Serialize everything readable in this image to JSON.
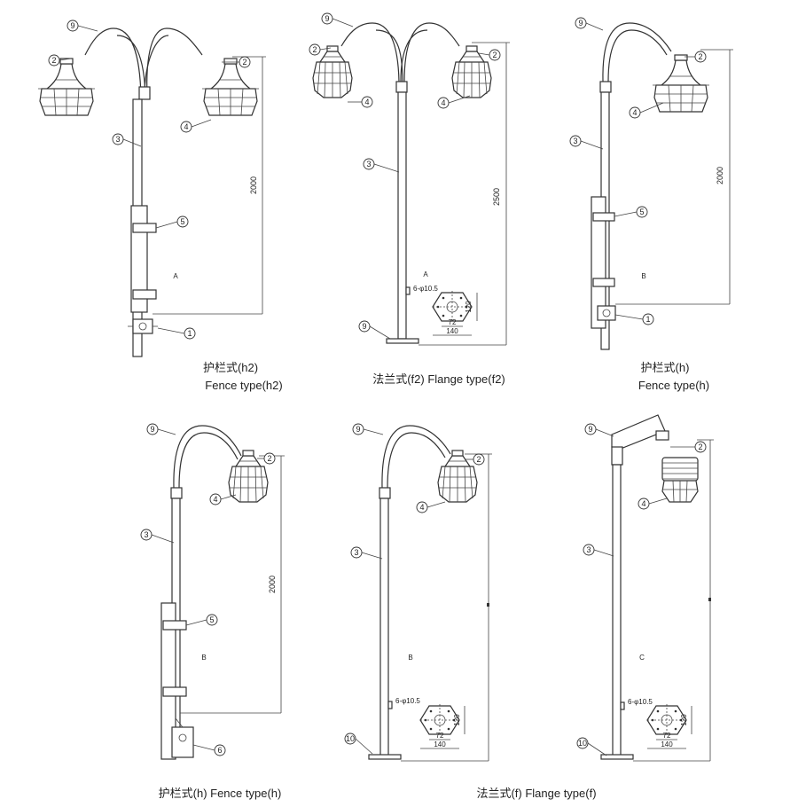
{
  "panels": [
    {
      "id": "h2-fence",
      "caption_cn": "护栏式(h2)",
      "caption_en": "Fence type(h2)",
      "height_dim": "2000",
      "letter": "A",
      "callouts": [
        "9",
        "2",
        "2",
        "3",
        "4",
        "5",
        "1"
      ]
    },
    {
      "id": "f2-flange",
      "caption": "法兰式(f2) Flange type(f2)",
      "height_dim": "2500",
      "letter": "A",
      "hole_label": "6-φ10.5",
      "base_dims": [
        "120",
        "72",
        "140"
      ],
      "callouts": [
        "9",
        "2",
        "2",
        "4",
        "4",
        "3",
        "9"
      ]
    },
    {
      "id": "h-fence",
      "caption_cn": "护栏式(h)",
      "caption_en": "Fence type(h)",
      "height_dim": "2000",
      "letter": "B",
      "callouts": [
        "9",
        "2",
        "4",
        "3",
        "5",
        "1"
      ]
    },
    {
      "id": "h-fence-2",
      "caption": "护栏式(h) Fence type(h)",
      "height_dim": "2000",
      "letter": "B",
      "callouts": [
        "9",
        "2",
        "4",
        "3",
        "5",
        "6"
      ]
    },
    {
      "id": "f-flange",
      "caption": "法兰式(f) Flange type(f)",
      "letter": "B",
      "hole_label": "6-φ10.5",
      "base_dims": [
        "120",
        "72",
        "140"
      ],
      "callouts": [
        "9",
        "2",
        "4",
        "3",
        "10"
      ]
    },
    {
      "id": "f-flange-c",
      "letter": "C",
      "hole_label": "6-φ10.5",
      "base_dims": [
        "120",
        "72",
        "140"
      ],
      "callouts": [
        "9",
        "2",
        "4",
        "3",
        "10"
      ]
    }
  ]
}
